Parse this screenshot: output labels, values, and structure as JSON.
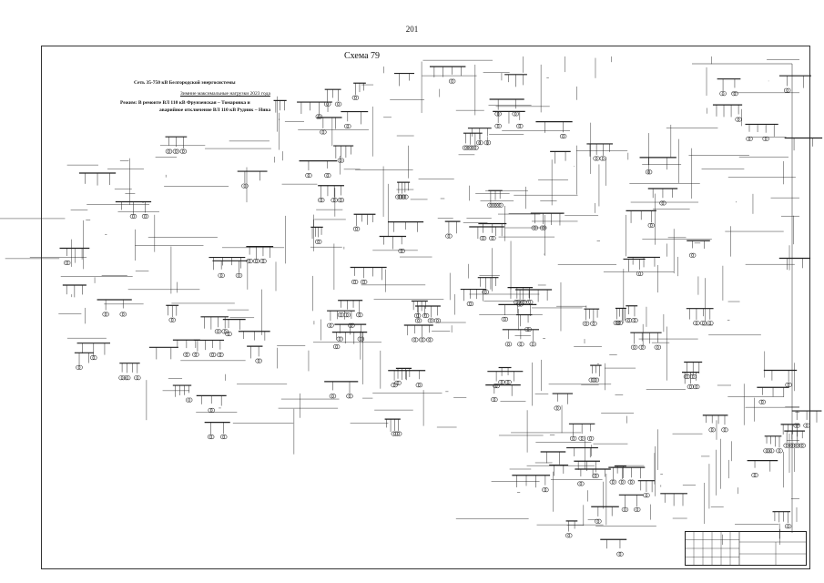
{
  "page_number": "201",
  "scheme_title": "Схема 79",
  "header": {
    "network": "Сеть 35-750 кВ Белгородской энергосистемы",
    "season": "Зимние максимальные нагрузки 2023 года",
    "mode_line1": "Режим: В ремонте ВЛ 110 кВ Фрунзенская – Томаровка и",
    "mode_line2": "аварийное отключение ВЛ 110 кВ Рудник – Нива"
  },
  "colors": {
    "ink": "#111111",
    "paper": "#ffffff"
  }
}
